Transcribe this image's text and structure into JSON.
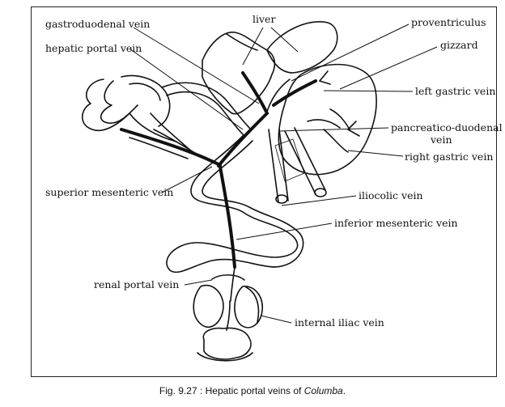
{
  "labels": {
    "liver": "liver",
    "gastroduodenal_vein": "gastroduodenal vein",
    "hepatic_portal_vein": "hepatic portal vein",
    "proventriculus": "proventriculus",
    "gizzard": "gizzard",
    "left_gastric_vein": "left gastric vein",
    "pancreatico_duodenal_vein_1": "pancreatico-duodenal",
    "pancreatico_duodenal_vein_2": "vein",
    "right_gastric_vein": "right gastric vein",
    "superior_mesenteric_vein": "superior mesenteric vein",
    "iliocolic_vein": "iliocolic vein",
    "inferior_mesenteric_vein": "inferior mesenteric vein",
    "renal_portal_vein": "renal portal vein",
    "internal_iliac_vein": "internal iliac vein"
  },
  "caption": {
    "prefix": "Fig. 9.27 : Hepatic portal veins of ",
    "genus": "Columba",
    "suffix": "."
  },
  "colors": {
    "ink": "#111111",
    "paper": "#ffffff"
  }
}
